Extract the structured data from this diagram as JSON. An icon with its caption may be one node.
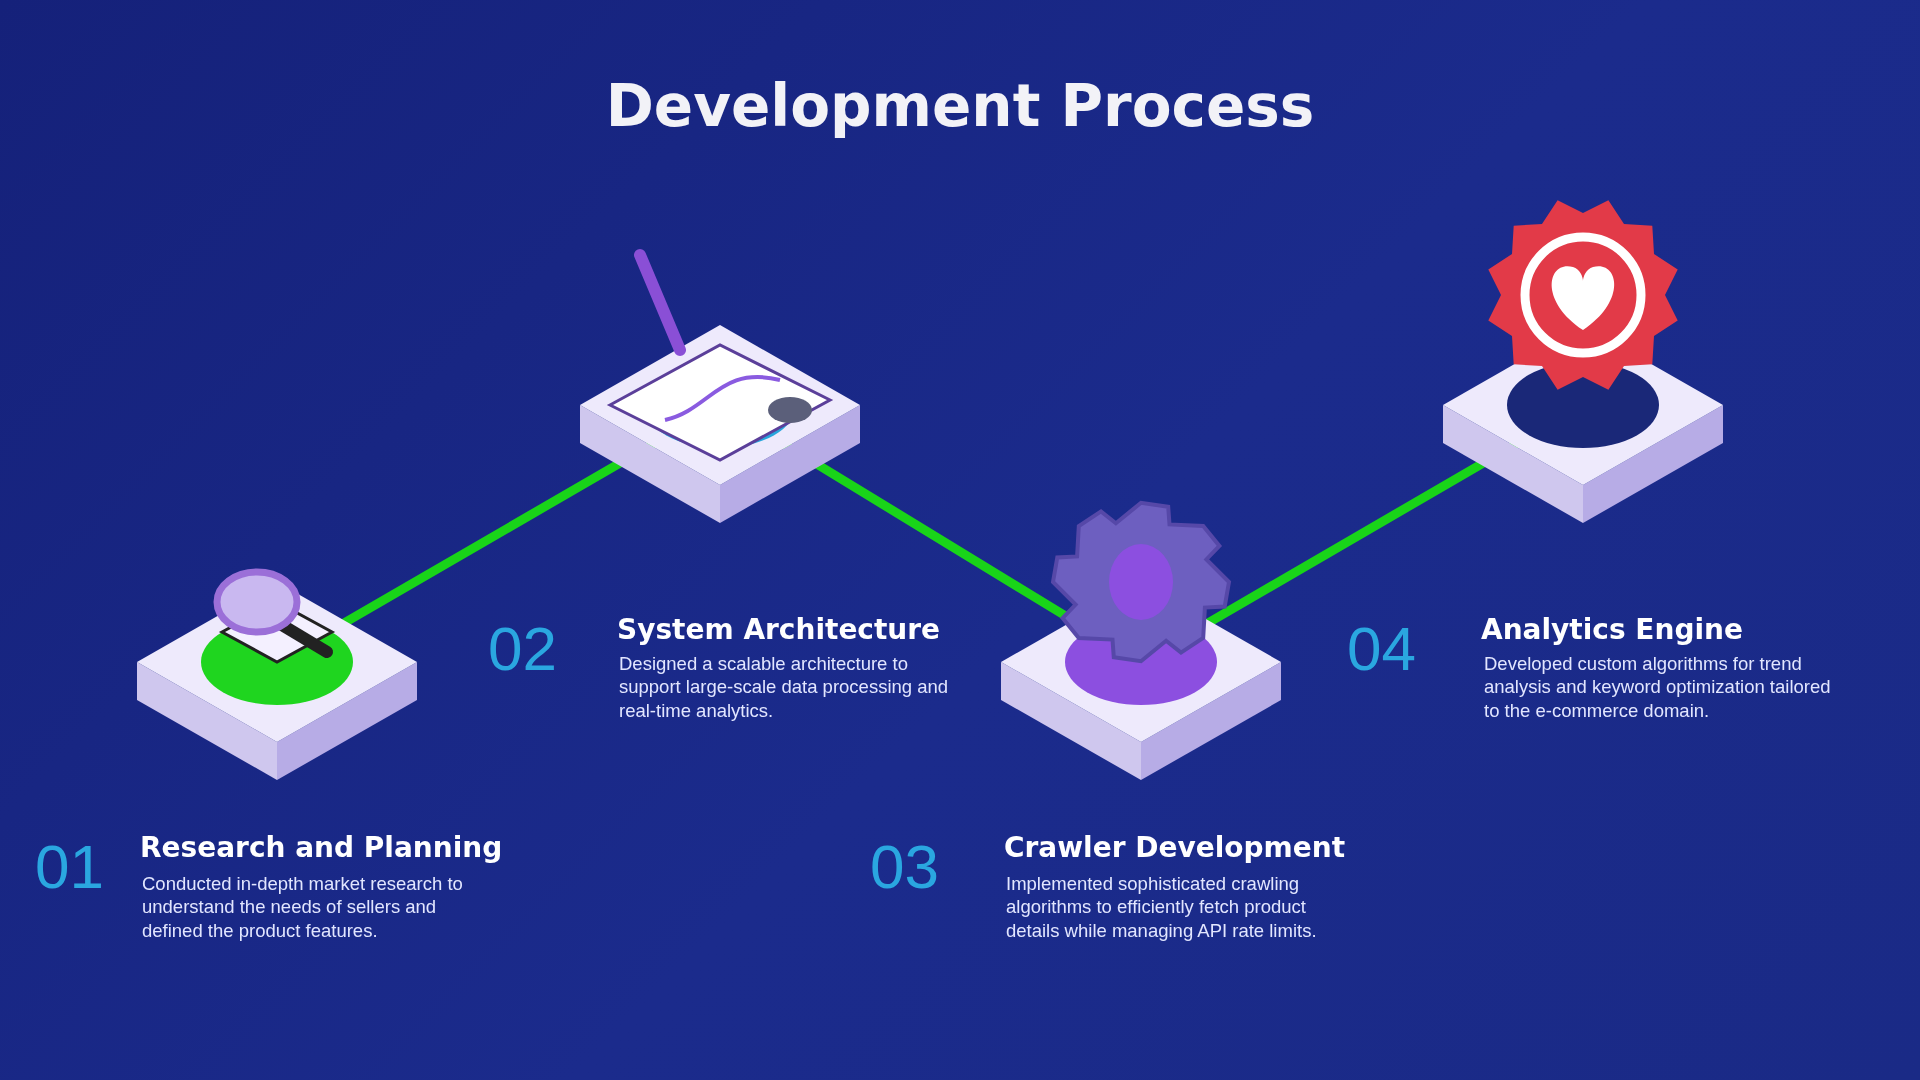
{
  "diagram": {
    "title": "Development Process",
    "nodes": [
      {
        "text": [],
        "shape": "picture",
        "beside": [
          "01",
          "Research and Planning",
          "Conducted in-depth market research to understand the needs of sellers and defined the product features."
        ]
      },
      {
        "text": [],
        "shape": "picture",
        "beside": [
          "02",
          "System Architecture",
          "Designed a scalable architecture to support large-scale data processing and real-time analytics."
        ]
      },
      {
        "text": [],
        "shape": "picture",
        "beside": [
          "03",
          "Crawler Development",
          "Implemented sophisticated crawling algorithms to efficiently fetch product details while managing API rate limits."
        ]
      },
      {
        "text": [],
        "shape": "picture",
        "beside": [
          "04",
          "Analytics Engine",
          "Developed custom algorithms for trend analysis and keyword optimization tailored to the e-commerce domain."
        ]
      }
    ],
    "edges": [
      {
        "from": 0,
        "to": 1,
        "arrow": "none"
      },
      {
        "from": 1,
        "to": 2,
        "arrow": "none"
      },
      {
        "from": 2,
        "to": 3,
        "arrow": "none"
      }
    ]
  }
}
